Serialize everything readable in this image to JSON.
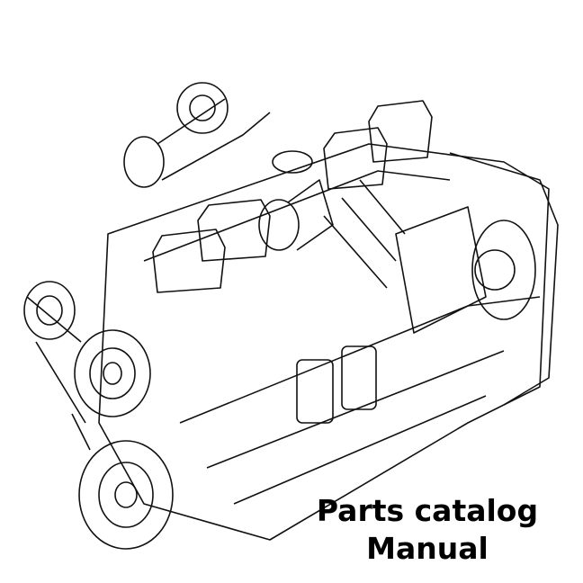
{
  "caption": {
    "line1": "Parts catalog",
    "line2": "Manual"
  },
  "illustration": {
    "subject": "engine-line-drawing",
    "stroke_color": "#111111",
    "background_color": "#ffffff"
  }
}
